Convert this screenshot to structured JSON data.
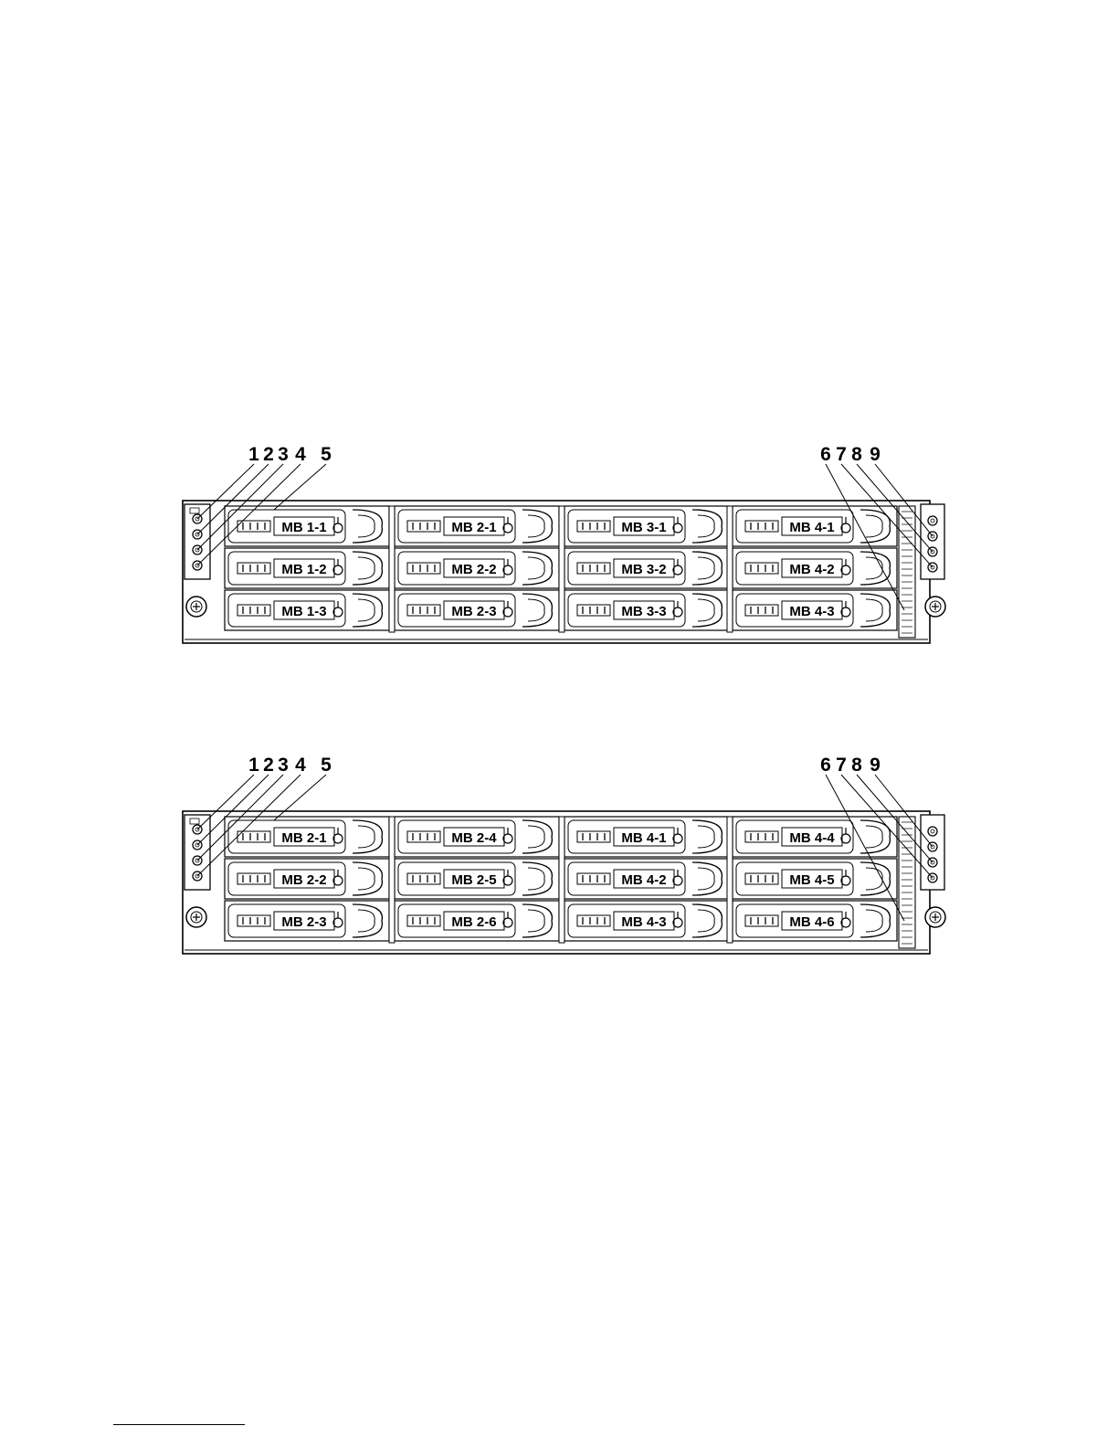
{
  "figures": [
    {
      "callouts_left": [
        "1",
        "2",
        "3",
        "4",
        "5"
      ],
      "callouts_right": [
        "6",
        "7",
        "8",
        "9"
      ],
      "bays": [
        [
          "MB 1-1",
          "MB 2-1",
          "MB 3-1",
          "MB 4-1"
        ],
        [
          "MB 1-2",
          "MB 2-2",
          "MB 3-2",
          "MB 4-2"
        ],
        [
          "MB 1-3",
          "MB 2-3",
          "MB 3-3",
          "MB 4-3"
        ]
      ]
    },
    {
      "callouts_left": [
        "1",
        "2",
        "3",
        "4",
        "5"
      ],
      "callouts_right": [
        "6",
        "7",
        "8",
        "9"
      ],
      "bays": [
        [
          "MB 2-1",
          "MB 2-4",
          "MB 4-1",
          "MB 4-4"
        ],
        [
          "MB 2-2",
          "MB 2-5",
          "MB 4-2",
          "MB 4-5"
        ],
        [
          "MB 2-3",
          "MB 2-6",
          "MB 4-3",
          "MB 4-6"
        ]
      ]
    }
  ]
}
